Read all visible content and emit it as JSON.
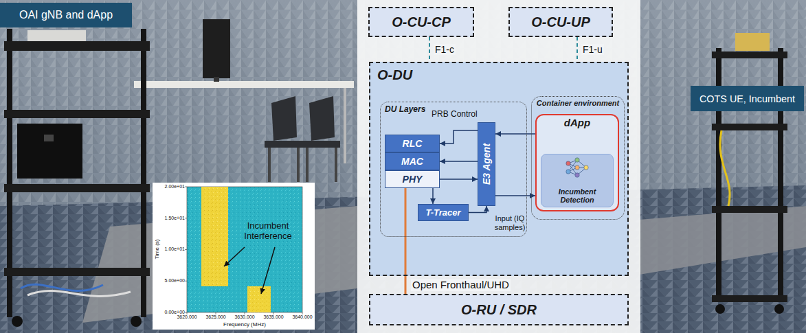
{
  "diagram": {
    "nodes": [
      {
        "text": [
          "OAI gNB and dApp"
        ]
      },
      {
        "text": [
          "O-CU-CP"
        ]
      },
      {
        "text": [
          "O-CU-UP"
        ]
      },
      {
        "text": [
          "O-DU"
        ]
      },
      {
        "text": [
          "DU Layers"
        ],
        "in": 3
      },
      {
        "text": [
          "RLC"
        ],
        "in": 4
      },
      {
        "text": [
          "MAC"
        ],
        "in": 4
      },
      {
        "text": [
          "PHY"
        ],
        "in": 4
      },
      {
        "text": [
          "E3 Agent"
        ],
        "in": 4
      },
      {
        "text": [
          "T-Tracer"
        ],
        "in": 4
      },
      {
        "text": [
          "Container environment"
        ],
        "in": 3
      },
      {
        "text": [
          "dApp"
        ],
        "in": 10
      },
      {
        "text": [
          "Incumbent Detection"
        ],
        "in": 11
      },
      {
        "text": [
          "O-RU / SDR"
        ]
      },
      {
        "text": [
          "COTS UE, Incumbent"
        ]
      }
    ],
    "edges": [
      {
        "from": 1,
        "to": 3,
        "label": "F1-c",
        "arrow": "none"
      },
      {
        "from": 2,
        "to": 3,
        "label": "F1-u",
        "arrow": "none"
      },
      {
        "from": 8,
        "to": 5,
        "label": "PRB Control",
        "arrow": "to"
      },
      {
        "from": 8,
        "to": 6,
        "arrow": "to"
      },
      {
        "from": 7,
        "to": 8,
        "arrow": "to"
      },
      {
        "from": 7,
        "to": 9,
        "arrow": "to"
      },
      {
        "from": 9,
        "to": 8,
        "arrow": "to"
      },
      {
        "from": 11,
        "to": 8,
        "arrow": "to"
      },
      {
        "from": 8,
        "to": 11,
        "arrow": "to"
      },
      {
        "from": 7,
        "to": 13,
        "label": "Open Fronthaul/UHD",
        "arrow": "none"
      }
    ],
    "labels": [
      "Incumbent Interference",
      "Input (IQ samples)",
      "2.00e+01",
      "1.50e+01",
      "1.00e+01",
      "5.00e+00",
      "0.00e+00",
      "Time (s)",
      "3620.000",
      "3625.000",
      "3630.000",
      "3635.000",
      "3640.000",
      "Frequency (MHz)"
    ]
  }
}
